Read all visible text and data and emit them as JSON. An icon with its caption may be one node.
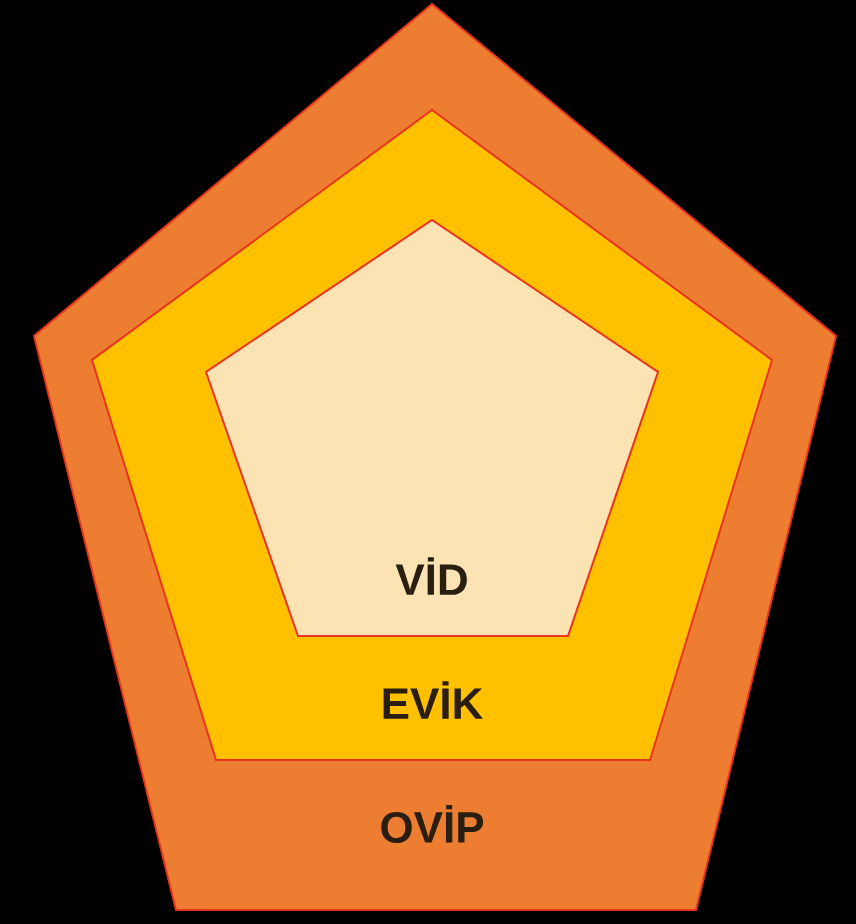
{
  "diagram": {
    "nodes": [
      {
        "text": [
          "OVİP"
        ]
      },
      {
        "text": [
          "EVİK"
        ],
        "in": 0
      },
      {
        "text": [
          "VİD"
        ],
        "in": 1
      }
    ]
  }
}
